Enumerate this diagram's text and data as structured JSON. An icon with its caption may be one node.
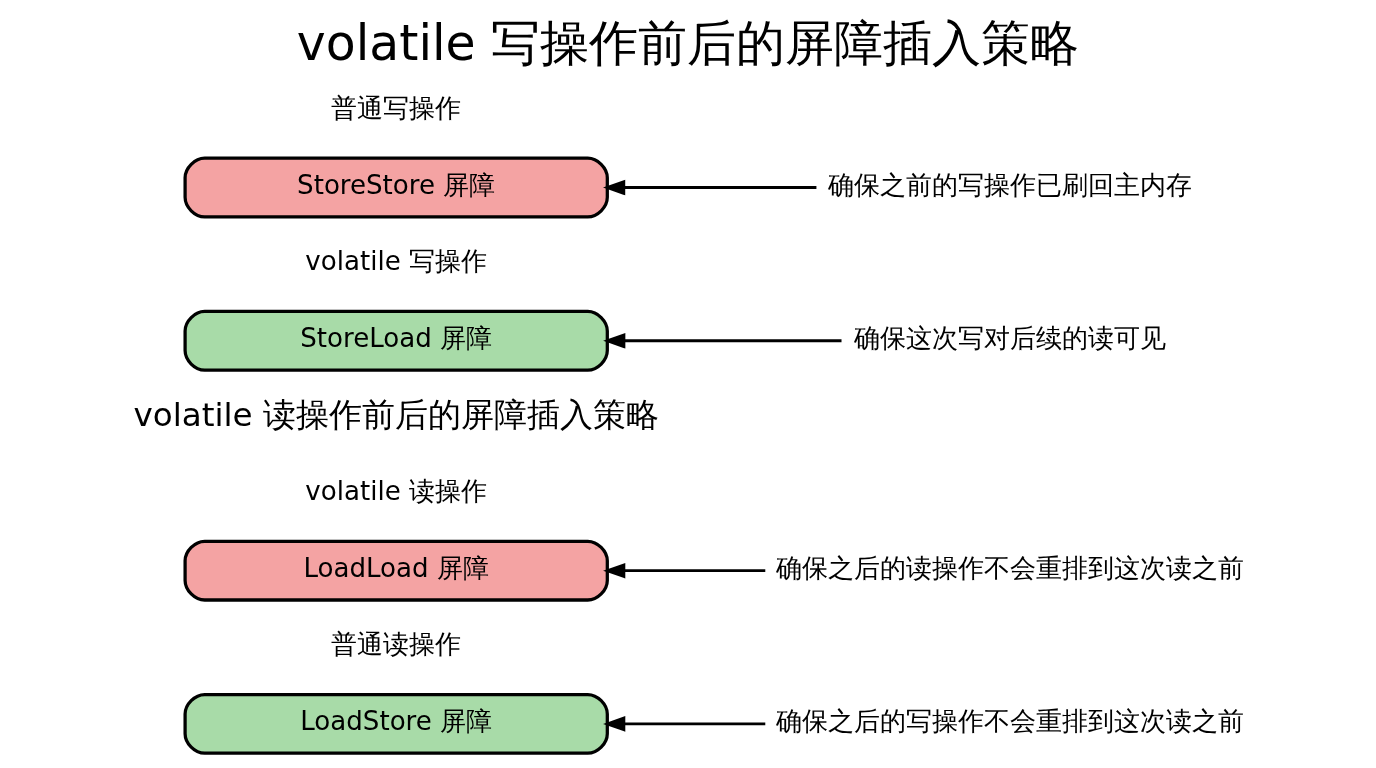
{
  "diagram": {
    "title": "volatile 写操作前后的屏障插入策略",
    "nodes": [
      {
        "text": [
          "StoreStore 屏障"
        ]
      },
      {
        "text": [
          "确保之前的写操作已刷回主内存"
        ]
      },
      {
        "text": [
          "StoreLoad 屏障"
        ]
      },
      {
        "text": [
          "确保这次写对后续的读可见"
        ]
      },
      {
        "text": [
          "LoadLoad 屏障"
        ]
      },
      {
        "text": [
          "确保之后的读操作不会重排到这次读之前"
        ]
      },
      {
        "text": [
          "LoadStore 屏障"
        ]
      },
      {
        "text": [
          "确保之后的写操作不会重排到这次读之前"
        ]
      }
    ],
    "edges": [
      {
        "from": 1,
        "to": 0,
        "arrow": "to"
      },
      {
        "from": 3,
        "to": 2,
        "arrow": "to"
      },
      {
        "from": 5,
        "to": 4,
        "arrow": "to"
      },
      {
        "from": 7,
        "to": 6,
        "arrow": "to"
      }
    ],
    "labels": [
      "普通写操作",
      "volatile 写操作",
      "volatile 读操作前后的屏障插入策略",
      "volatile 读操作",
      "普通读操作"
    ]
  }
}
